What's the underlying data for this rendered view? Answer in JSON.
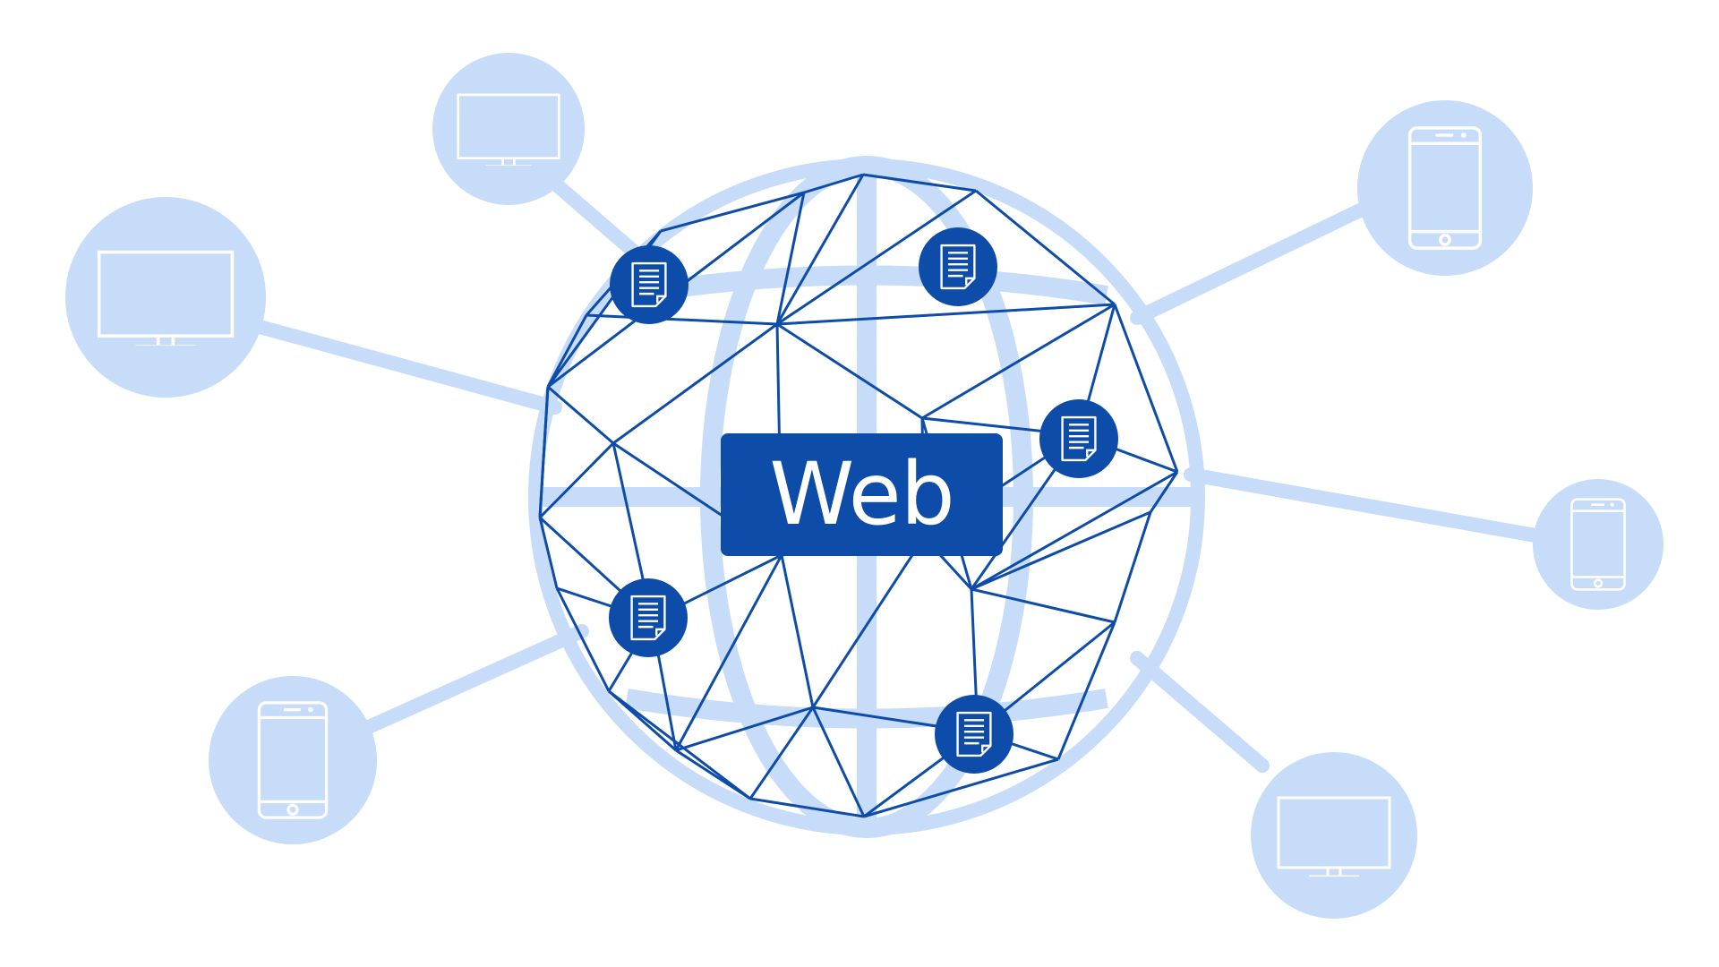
{
  "center_label": "Web",
  "colors": {
    "accent": "#0d4ca8",
    "light": "#c6dcf8",
    "background": "#ffffff"
  },
  "devices": [
    {
      "type": "monitor"
    },
    {
      "type": "monitor"
    },
    {
      "type": "phone"
    },
    {
      "type": "phone"
    },
    {
      "type": "phone"
    },
    {
      "type": "phone"
    },
    {
      "type": "monitor"
    }
  ],
  "documents": [
    {
      "type": "document"
    },
    {
      "type": "document"
    },
    {
      "type": "document"
    },
    {
      "type": "document"
    },
    {
      "type": "document"
    }
  ]
}
